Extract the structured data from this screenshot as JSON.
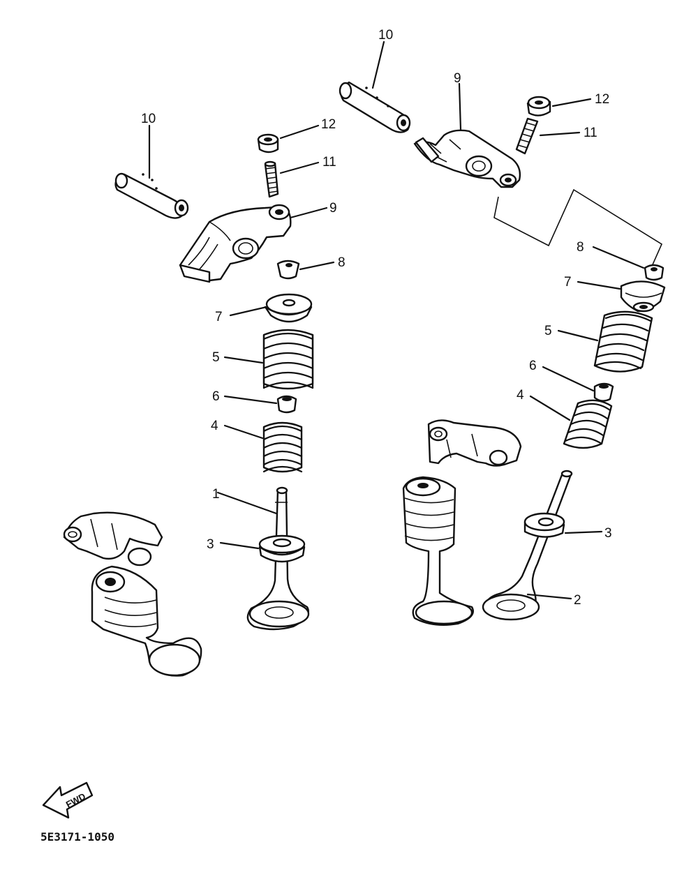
{
  "labels": {
    "l10a": "10",
    "l10b": "10",
    "l9a": "9",
    "l9b": "9",
    "l12a": "12",
    "l12b": "12",
    "l11a": "11",
    "l11b": "11",
    "l8a": "8",
    "l8b": "8",
    "l7a": "7",
    "l7b": "7",
    "l5a": "5",
    "l5b": "5",
    "l6a": "6",
    "l6b": "6",
    "l4a": "4",
    "l4b": "4",
    "l1": "1",
    "l3a": "3",
    "l3b": "3",
    "l2": "2"
  },
  "fwd_label": "FWD",
  "diagram_code": "5E3171-1050"
}
